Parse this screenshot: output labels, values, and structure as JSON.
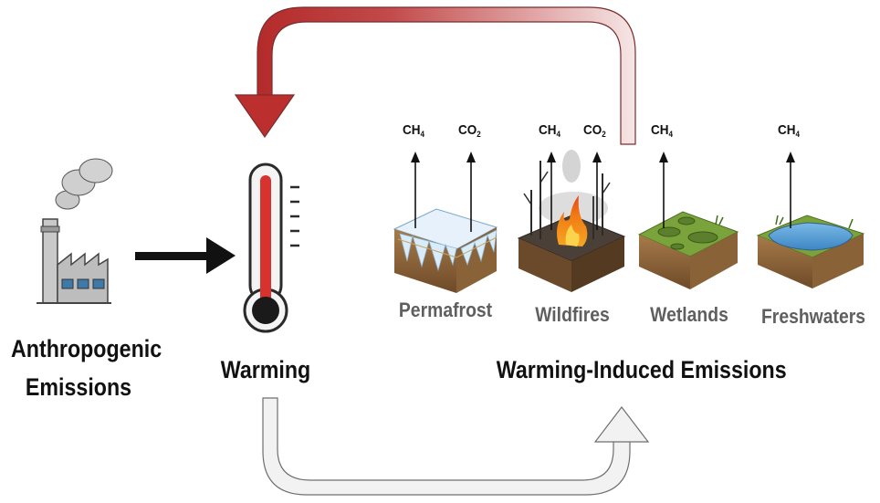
{
  "labels": {
    "anthropogenic_line1": "Anthropogenic",
    "anthropogenic_line2": "Emissions",
    "warming": "Warming",
    "warming_induced": "Warming-Induced Emissions"
  },
  "sources": [
    {
      "name": "Permafrost",
      "gases": [
        {
          "base": "CH",
          "sub": "4"
        },
        {
          "base": "CO",
          "sub": "2"
        }
      ]
    },
    {
      "name": "Wildfires",
      "gases": [
        {
          "base": "CH",
          "sub": "4"
        },
        {
          "base": "CO",
          "sub": "2"
        }
      ]
    },
    {
      "name": "Wetlands",
      "gases": [
        {
          "base": "CH",
          "sub": "4"
        }
      ]
    },
    {
      "name": "Freshwaters",
      "gases": [
        {
          "base": "CH",
          "sub": "4"
        }
      ]
    }
  ],
  "colors": {
    "feedback_arrow_top": "#c53a3a",
    "feedback_arrow_light": "#f3dede",
    "return_arrow": "#f1f1f1",
    "thermometer_red": "#d8322f",
    "arrow_black": "#111111"
  }
}
